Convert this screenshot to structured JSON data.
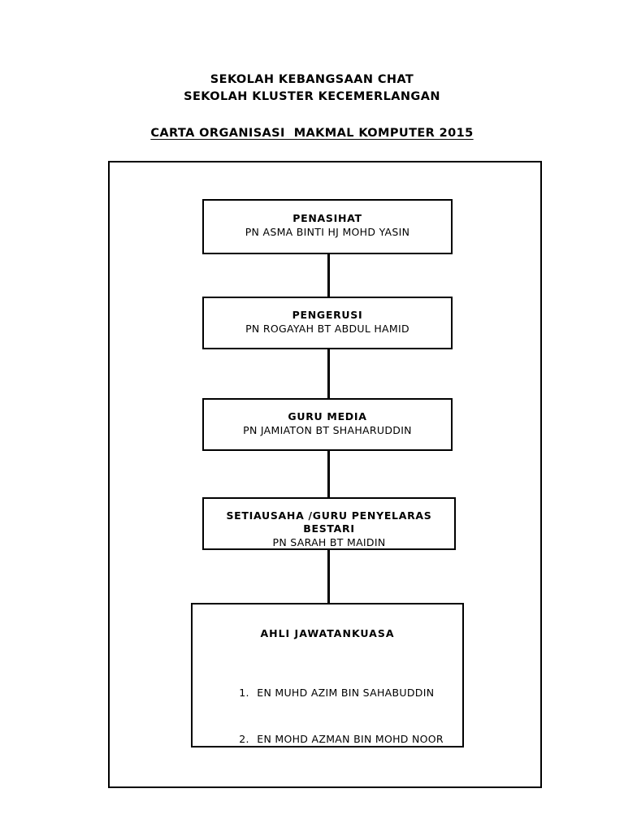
{
  "header": {
    "school_line_1": "SEKOLAH KEBANGSAAN CHAT",
    "school_line_2": "SEKOLAH KLUSTER KECEMERLANGAN",
    "chart_title": "CARTA ORGANISASI  MAKMAL KOMPUTER 2015"
  },
  "nodes": [
    {
      "title": "PENASIHAT",
      "name": "PN ASMA BINTI HJ MOHD YASIN"
    },
    {
      "title": "PENGERUSI",
      "name": "PN ROGAYAH BT ABDUL HAMID"
    },
    {
      "title": "GURU MEDIA",
      "name": "PN JAMIATON BT SHAHARUDDIN"
    },
    {
      "title": "SETIAUSAHA /GURU PENYELARAS BESTARI",
      "name": "PN SARAH BT MAIDIN"
    },
    {
      "title": "AHLI JAWATANKUASA",
      "members": [
        {
          "num": "1.",
          "name": "EN MUHD AZIM BIN SAHABUDDIN"
        },
        {
          "num": "2.",
          "name": "EN MOHD AZMAN BIN MOHD NOOR"
        }
      ]
    }
  ],
  "colors": {
    "line": "#000000",
    "background": "#ffffff",
    "text": "#000000"
  }
}
